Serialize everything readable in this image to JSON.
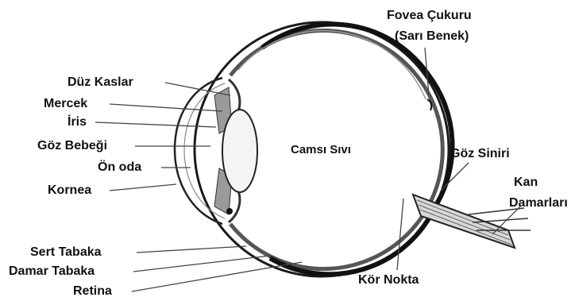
{
  "labels": {
    "fovea_line1": "Fovea Çukuru",
    "fovea_line2": "(Sarı Benek)",
    "duz_kaslar": "Düz Kaslar",
    "mercek": "Mercek",
    "iris": "İris",
    "goz_bebegi": "Göz Bebeği",
    "on_oda": "Ön oda",
    "kornea": "Kornea",
    "camsi_sivi": "Camsı Sıvı",
    "goz_siniri": "Göz Siniri",
    "kan_line1": "Kan",
    "kan_line2": "Damarları",
    "sert_tabaka": "Sert Tabaka",
    "damar_tabaka": "Damar Tabaka",
    "retina": "Retina",
    "kor_nokta": "Kör Nokta"
  }
}
